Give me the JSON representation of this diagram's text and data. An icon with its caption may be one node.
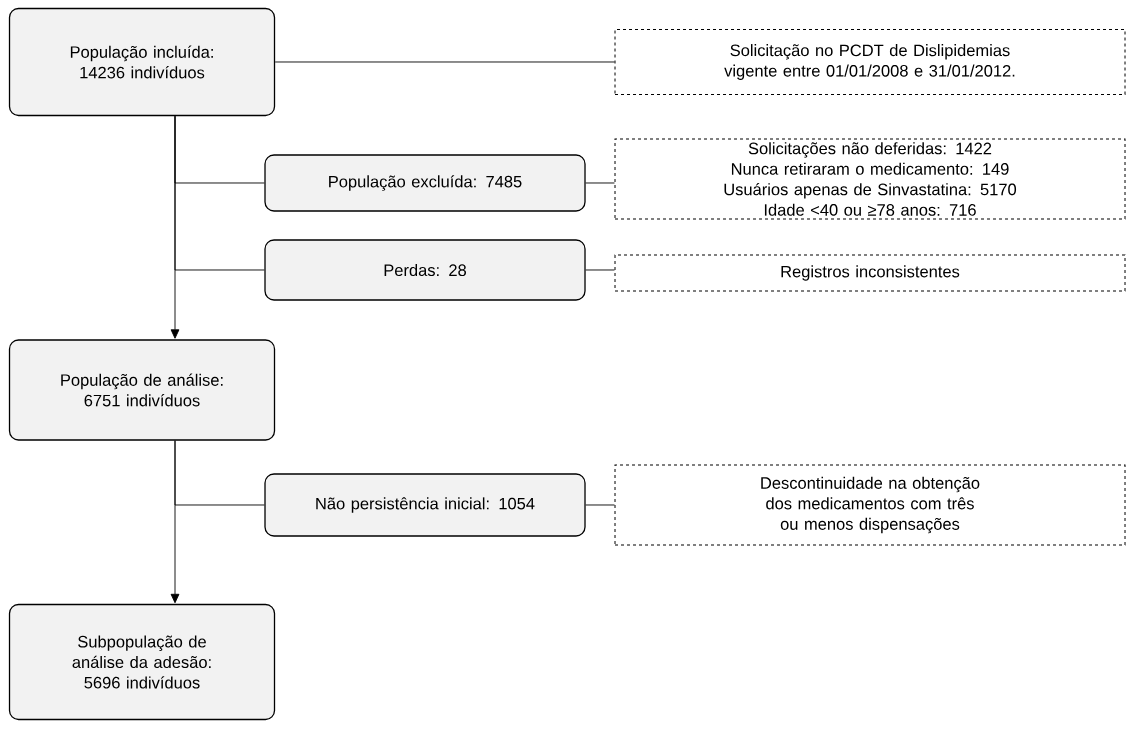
{
  "diagram": {
    "nodes": [
      {
        "text": [
          "População incluída: 14236 indivíduos"
        ]
      },
      {
        "text": [
          "Solicitação no PCDT de Dislipidemias vigente entre 01/01/2008 e 31/01/2012."
        ]
      },
      {
        "text": [
          "População excluída: 7485"
        ]
      },
      {
        "text": [
          "Solicitações não deferidas: 1422",
          "Nunca retiraram o medicamento: 149",
          "Usuários apenas de Sinvastatina: 5170",
          "Idade <40 ou ≥78 anos: 716"
        ]
      },
      {
        "text": [
          "Perdas: 28"
        ]
      },
      {
        "text": [
          "Registros inconsistentes"
        ]
      },
      {
        "text": [
          "População de análise: 6751 indivíduos"
        ]
      },
      {
        "text": [
          "Não persistência inicial: 1054"
        ]
      },
      {
        "text": [
          "Descontinuidade na obtenção dos medicamentos com três ou menos dispensações"
        ]
      },
      {
        "text": [
          "Subpopulação de análise da adesão: 5696 indivíduos"
        ]
      }
    ],
    "edges": [
      {
        "from": 0,
        "to": 1,
        "arrow": "none"
      },
      {
        "from": 0,
        "to": 6,
        "arrow": "to"
      },
      {
        "from": 0,
        "to": 2,
        "arrow": "none"
      },
      {
        "from": 2,
        "to": 3,
        "arrow": "none"
      },
      {
        "from": 0,
        "to": 4,
        "arrow": "none"
      },
      {
        "from": 4,
        "to": 5,
        "arrow": "none"
      },
      {
        "from": 6,
        "to": 9,
        "arrow": "to"
      },
      {
        "from": 6,
        "to": 7,
        "arrow": "none"
      },
      {
        "from": 7,
        "to": 8,
        "arrow": "none"
      }
    ]
  }
}
